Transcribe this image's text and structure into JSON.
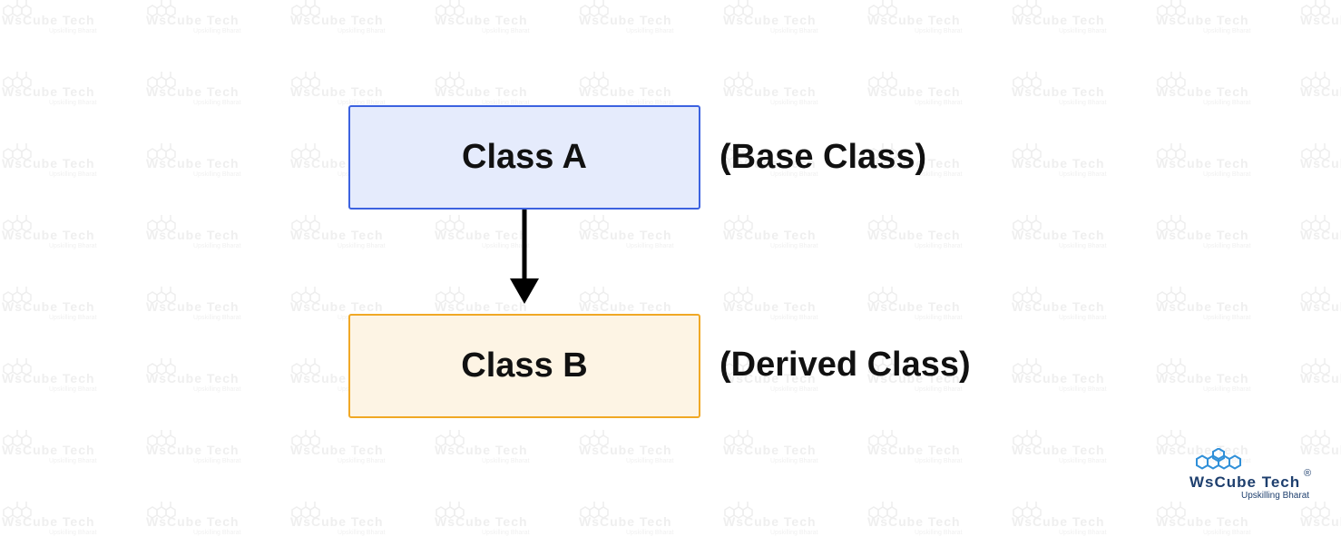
{
  "diagram": {
    "base_box": {
      "title": "Class A",
      "role_label": "(Base Class)",
      "fill": "#e5ebfc",
      "border": "#3c62e0"
    },
    "derived_box": {
      "title": "Class B",
      "role_label": "(Derived Class)",
      "fill": "#fdf4e4",
      "border": "#f0a825"
    },
    "arrow": {
      "from": "Class A",
      "to": "Class B",
      "color": "#000000"
    }
  },
  "branding": {
    "logo_text": "WsCube Tech",
    "registered_mark": "®",
    "tagline": "Upskilling Bharat",
    "brand_color": "#1e3f6e",
    "hex_icon_color": "#2f8fd8"
  },
  "watermark": {
    "text": "WsCube Tech",
    "tagline": "Upskilling Bharat",
    "icon": "hexagon-cluster-icon",
    "color": "#efefef"
  }
}
